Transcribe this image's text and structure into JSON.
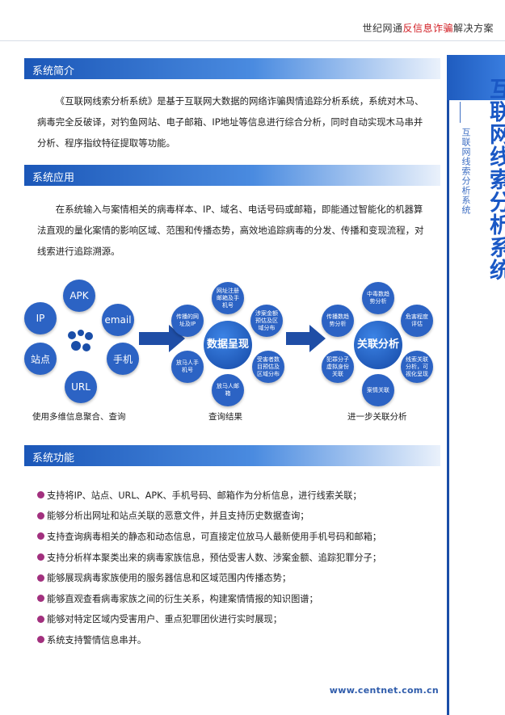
{
  "header": {
    "title_prefix": "世纪网通",
    "title_highlight": "反信息诈骗",
    "title_suffix": "解决方案"
  },
  "side": {
    "big_title": "互联网线索分析系统",
    "small_title": "互联网线索分析系统"
  },
  "intro": {
    "heading": "系统简介",
    "text": "《互联网线索分析系统》是基于互联网大数据的网络诈骗舆情追踪分析系统，系统对木马、病毒完全反破译，对钓鱼网站、电子邮箱、IP地址等信息进行综合分析，同时自动实现木马串并分析、程序指纹特征提取等功能。"
  },
  "application": {
    "heading": "系统应用",
    "text": "在系统输入与案情相关的病毒样本、IP、域名、电话号码或邮箱，即能通过智能化的机器算法直观的量化案情的影响区域、范围和传播态势，高效地追踪病毒的分发、传播和变现流程，对线索进行追踪溯源。"
  },
  "diagram": {
    "input_nodes": [
      "APK",
      "email",
      "手机",
      "URL",
      "站点",
      "IP"
    ],
    "hub1": {
      "label": "数据呈现",
      "satellites": [
        "网址注册邮箱及手机号",
        "涉案金额预估及区域分布",
        "受害者数目预估及区域分布",
        "放马人邮箱",
        "放马人手机号",
        "传播的网址及IP"
      ]
    },
    "hub2": {
      "label": "关联分析",
      "satellites": [
        "中毒数趋势分析",
        "危害程度评估",
        "线索关联分析，可视化呈现",
        "案情关联",
        "犯罪分子虚拟身份关联",
        "传播数趋势分析"
      ]
    },
    "captions": [
      "使用多维信息聚合、查询",
      "查询结果",
      "进一步关联分析"
    ],
    "colors": {
      "node": "#2c63c4",
      "arrow": "#1f4ea6",
      "logo": "#1a4ea8"
    }
  },
  "functions": {
    "heading": "系统功能",
    "items": [
      "支持将IP、站点、URL、APK、手机号码、邮箱作为分析信息，进行线索关联；",
      "能够分析出网址和站点关联的恶意文件，并且支持历史数据查询；",
      "支持查询病毒相关的静态和动态信息，可直接定位放马人最新使用手机号码和邮箱；",
      "支持分析样本聚类出来的病毒家族信息，预估受害人数、涉案金额、追踪犯罪分子；",
      "能够展现病毒家族使用的服务器信息和区域范围内传播态势；",
      "能够直观查看病毒家族之间的衍生关系，构建案情情报的知识图谱；",
      "能够对特定区域内受害用户、重点犯罪团伙进行实时展现；",
      "系统支持警情信息串并。"
    ],
    "bullet_color": "#a2307e"
  },
  "footer": {
    "url": "www.centnet.com.cn"
  }
}
